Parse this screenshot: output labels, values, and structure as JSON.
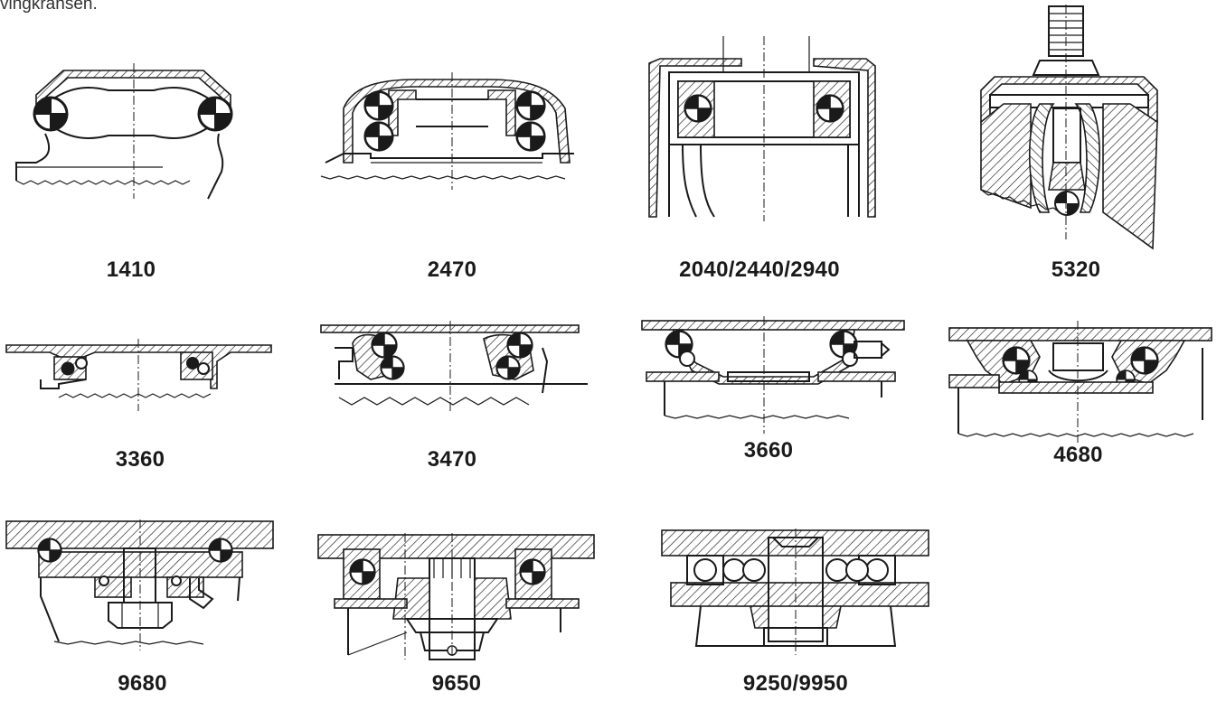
{
  "intro_text": "vingkransen.",
  "items": [
    {
      "key": "1410",
      "label": "1410"
    },
    {
      "key": "2470",
      "label": "2470"
    },
    {
      "key": "2040",
      "label": "2040/2440/2940"
    },
    {
      "key": "5320",
      "label": "5320"
    },
    {
      "key": "3360",
      "label": "3360"
    },
    {
      "key": "3470",
      "label": "3470"
    },
    {
      "key": "3660",
      "label": "3660"
    },
    {
      "key": "4680",
      "label": "4680"
    },
    {
      "key": "9680",
      "label": "9680"
    },
    {
      "key": "9650",
      "label": "9650"
    },
    {
      "key": "9250",
      "label": "9250/9950"
    }
  ]
}
